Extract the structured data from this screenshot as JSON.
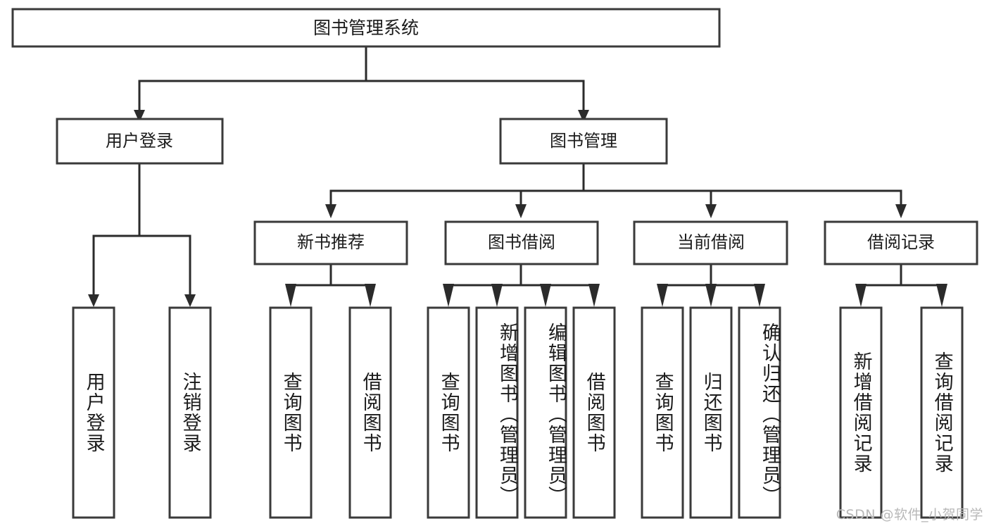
{
  "diagram": {
    "title": "图书管理系统",
    "type": "tree",
    "root": {
      "label": "图书管理系统",
      "children": [
        {
          "label": "用户登录",
          "children": [
            {
              "label": "用户登录"
            },
            {
              "label": "注销登录"
            }
          ]
        },
        {
          "label": "图书管理",
          "children": [
            {
              "label": "新书推荐",
              "children": [
                {
                  "label": "查询图书"
                },
                {
                  "label": "借阅图书"
                }
              ]
            },
            {
              "label": "图书借阅",
              "children": [
                {
                  "label": "查询图书"
                },
                {
                  "label": "新增图书（管理员）"
                },
                {
                  "label": "编辑图书（管理员）"
                },
                {
                  "label": "借阅图书"
                }
              ]
            },
            {
              "label": "当前借阅",
              "children": [
                {
                  "label": "查询图书"
                },
                {
                  "label": "归还图书"
                },
                {
                  "label": "确认归还（管理员）"
                }
              ]
            },
            {
              "label": "借阅记录",
              "children": [
                {
                  "label": "新增借阅记录"
                },
                {
                  "label": "查询借阅记录"
                }
              ]
            }
          ]
        }
      ]
    }
  },
  "nodes": {
    "root": "图书管理系统",
    "level2": [
      "用户登录",
      "图书管理"
    ],
    "level3": [
      "新书推荐",
      "图书借阅",
      "当前借阅",
      "借阅记录"
    ],
    "leaves": [
      "用户登录",
      "注销登录",
      "查询图书",
      "借阅图书",
      "查询图书",
      "新增图书（管理员）",
      "编辑图书（管理员）",
      "借阅图书",
      "查询图书",
      "归还图书",
      "确认归还（管理员）",
      "新增借阅记录",
      "查询借阅记录"
    ]
  },
  "watermark": "CSDN @软件_小贺同学",
  "colors": {
    "background": "#ffffff",
    "box_fill": "#ffffff",
    "box_stroke": "#3a3a3a",
    "connector": "#2b2b2b",
    "text": "#1b1b1b",
    "watermark": "#b8b8b8"
  }
}
